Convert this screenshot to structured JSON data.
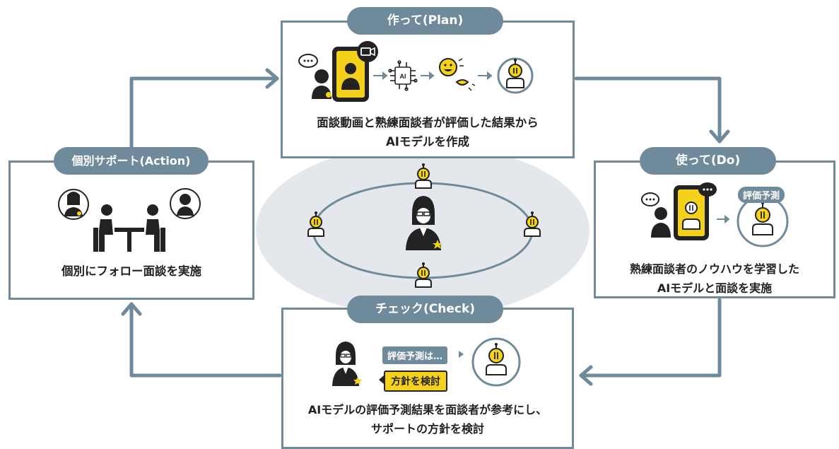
{
  "plan": {
    "title": "作って(Plan)",
    "caption_line1": "面談動画と熟練面談者が評価した結果から",
    "caption_line2": "AIモデルを作成",
    "ai_chip_label": "AI"
  },
  "do": {
    "title": "使って(Do)",
    "badge": "評価予測",
    "caption_line1": "熟練面談者のノウハウを学習した",
    "caption_line2": "AIモデルと面談を実施"
  },
  "check": {
    "title": "チェック(Check)",
    "bubble_prediction": "評価予測は…",
    "bubble_policy": "方針を検討",
    "caption_line1": "AIモデルの評価予測結果を面談者が参考にし、",
    "caption_line2": "サポートの方針を検討"
  },
  "action": {
    "title": "個別サポート(Action)",
    "caption": "個別にフォロー面談を実施"
  },
  "colors": {
    "frame": "#6f8a9a",
    "accent_yellow": "#f5d21a",
    "center_ellipse": "#e4e8ec",
    "dark": "#222222"
  }
}
